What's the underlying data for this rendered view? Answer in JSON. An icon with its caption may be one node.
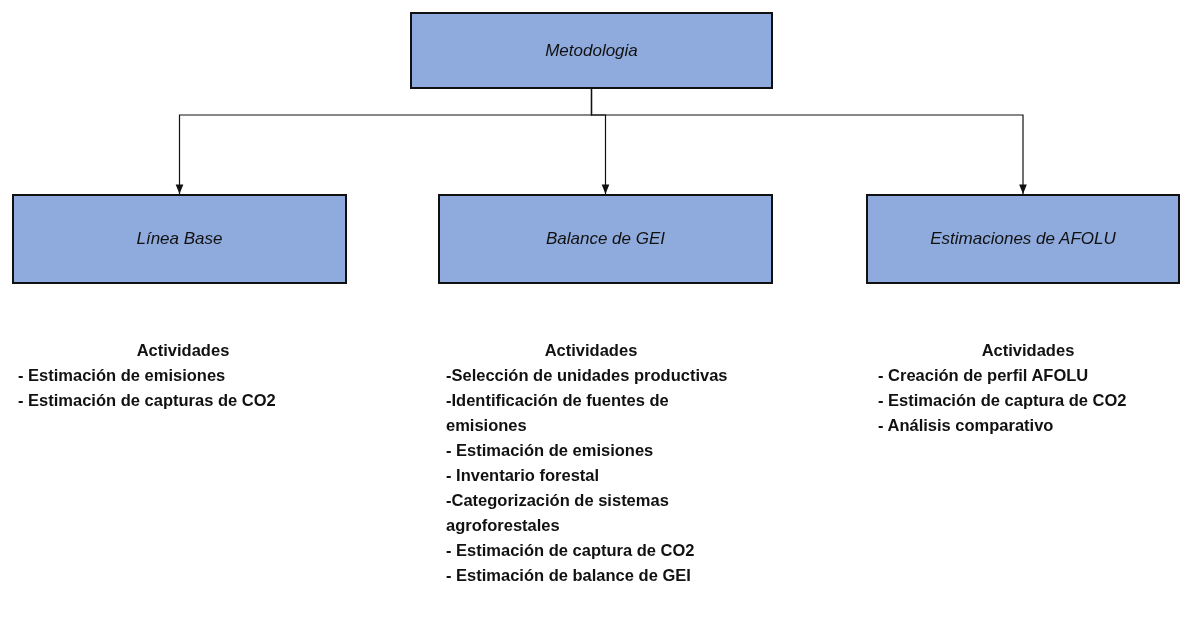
{
  "diagram": {
    "nodes": [
      {
        "text": [
          "Metodologia"
        ]
      },
      {
        "text": [
          "Línea Base"
        ]
      },
      {
        "text": [
          "Balance de GEI"
        ]
      },
      {
        "text": [
          "Estimaciones de AFOLU"
        ]
      }
    ],
    "edges": [
      {
        "from": 0,
        "to": 1,
        "arrow": "to"
      },
      {
        "from": 0,
        "to": 2,
        "arrow": "to"
      },
      {
        "from": 0,
        "to": 3,
        "arrow": "to"
      }
    ],
    "labels": [
      "Actividades",
      "- Estimación de emisiones",
      "- Estimación de capturas de CO2",
      "Actividades",
      "-Selección de unidades productivas",
      "-Identificación de fuentes de emisiones",
      "- Estimación de emisiones",
      "- Inventario forestal",
      "-Categorización de sistemas agroforestales",
      "- Estimación de captura de CO2",
      "- Estimación de balance de GEI",
      "Actividades",
      "- Creación de perfil AFOLU",
      "- Estimación de captura de CO2",
      "- Análisis comparativo"
    ]
  }
}
